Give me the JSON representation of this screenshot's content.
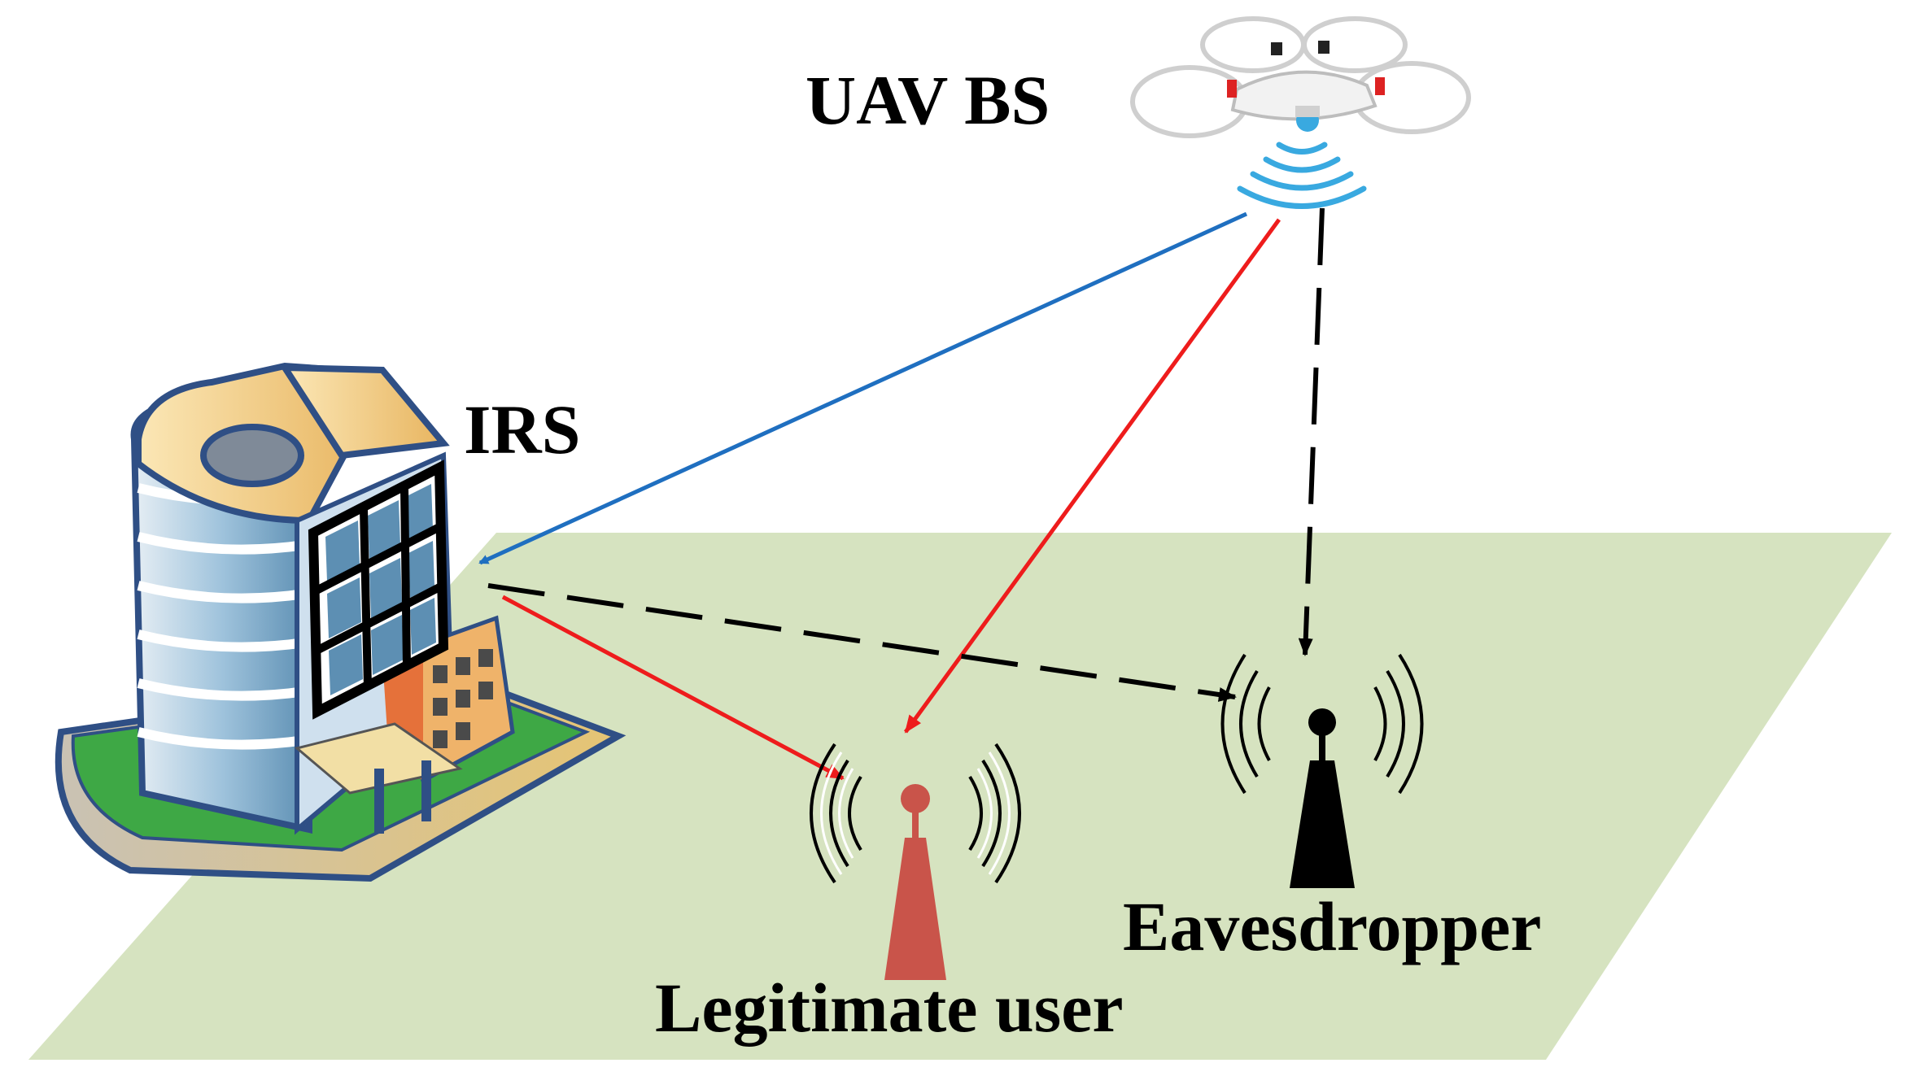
{
  "labels": {
    "uav": "UAV BS",
    "irs": "IRS",
    "user": "Legitimate user",
    "eve": "Eavesdropper"
  },
  "colors": {
    "ground": "#d6e3c0",
    "blue_link": "#1f6fc0",
    "red_link": "#ee1c1c",
    "dashed_link": "#000000",
    "wave_blue": "#39a9e0",
    "tower_red": "#c9544a",
    "tower_black": "#000000",
    "building_blue": "#9fc3dc",
    "building_roof": "#f0cf8d",
    "lawn": "#3ea845",
    "plaza": "#d9c8a8"
  },
  "icons": [
    "drone-icon",
    "building-icon",
    "antenna-tower-icon",
    "signal-waves-icon"
  ]
}
